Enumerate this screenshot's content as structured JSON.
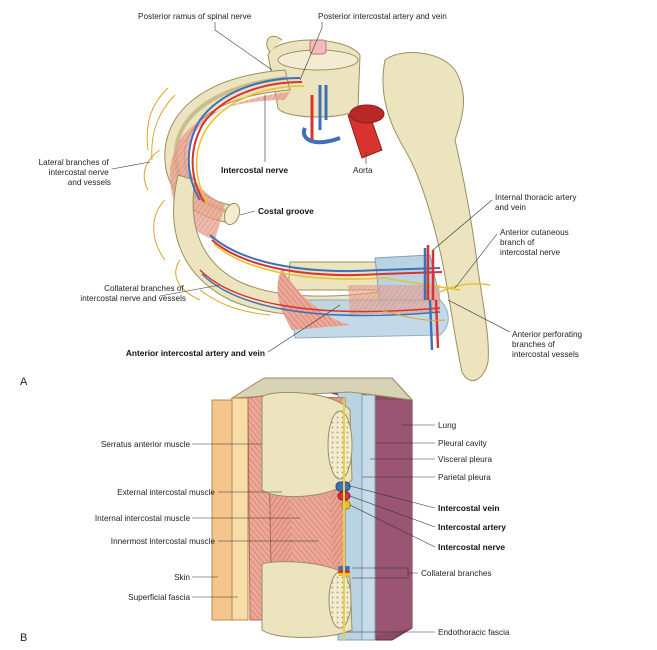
{
  "panel_a": {
    "letter": "A",
    "labels": {
      "posterior_ramus": "Posterior ramus of spinal nerve",
      "posterior_intercostal": "Posterior intercostal artery and vein",
      "lateral_branches": [
        "Lateral branches of",
        "intercostal nerve",
        "and vessels"
      ],
      "intercostal_nerve": "Intercostal nerve",
      "aorta": "Aorta",
      "costal_groove": "Costal groove",
      "internal_thoracic": [
        "Internal thoracic artery",
        "and vein"
      ],
      "anterior_cutaneous": [
        "Anterior cutaneous",
        "branch of",
        "intercostal nerve"
      ],
      "collateral_branches": [
        "Collateral branches of",
        "intercostal nerve and vessels"
      ],
      "anterior_intercostal": "Anterior intercostal artery and vein",
      "anterior_perforating": [
        "Anterior perforating",
        "branches of",
        "intercostal vessels"
      ]
    }
  },
  "panel_b": {
    "letter": "B",
    "labels": {
      "serratus_anterior": "Serratus anterior muscle",
      "external_intercostal": "External intercostal muscle",
      "internal_intercostal": "Internal intercostal muscle",
      "innermost_intercostal": "Innermost intercostal muscle",
      "skin": "Skin",
      "superficial_fascia": "Superficial fascia",
      "lung": "Lung",
      "pleural_cavity": "Pleural cavity",
      "visceral_pleura": "Visceral pleura",
      "parietal_pleura": "Parietal pleura",
      "intercostal_vein": "Intercostal vein",
      "intercostal_artery": "Intercostal artery",
      "intercostal_nerve": "Intercostal nerve",
      "collateral_branches": "Collateral branches",
      "endothoracic_fascia": "Endothoracic fascia"
    }
  },
  "colors": {
    "bone": "#ece3bf",
    "bone_edge": "#9c8f5e",
    "muscle": "#e9a291",
    "muscle_line": "#c9685a",
    "artery": "#d8332f",
    "vein": "#3f6fb5",
    "nerve": "#e8c12a",
    "pleura": "#b9d3e3",
    "lung": "#8c4a66",
    "skin": "#f4c58c"
  }
}
